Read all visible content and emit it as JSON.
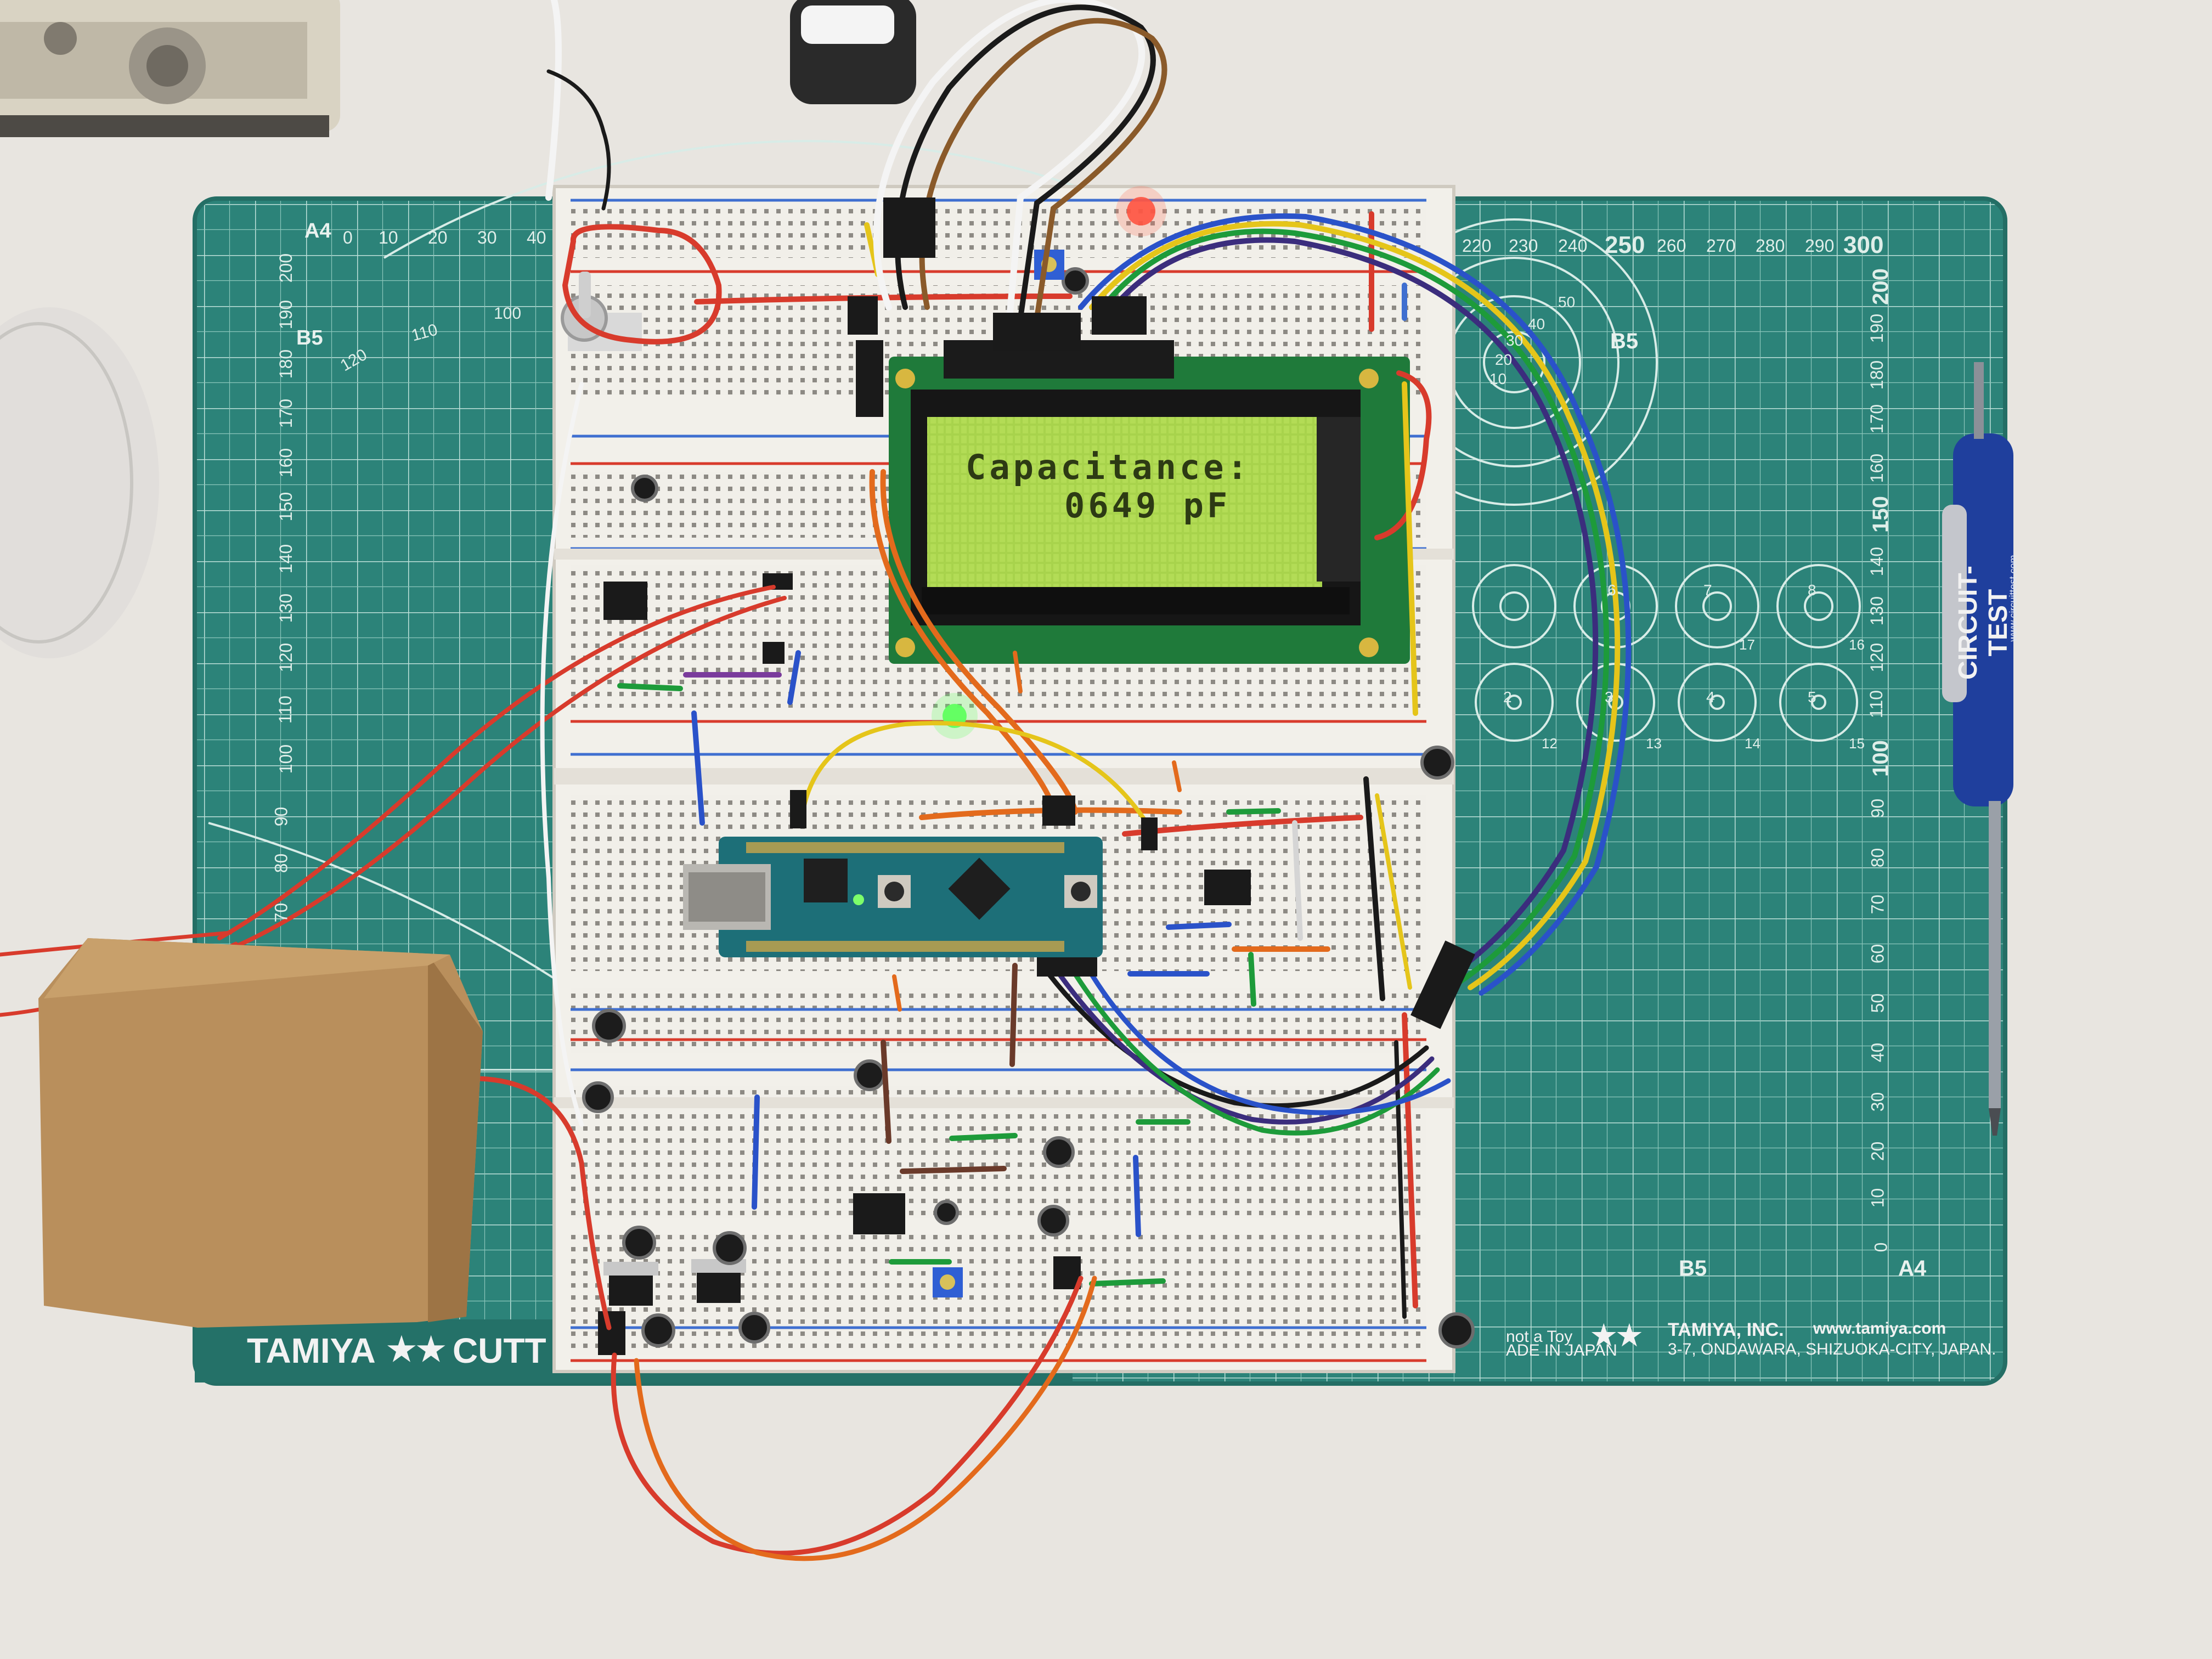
{
  "lcd": {
    "line1": "Capacitance:",
    "line2": "0649  pF"
  },
  "mat": {
    "brand_left": "TAMIYA",
    "brand_left_suffix": "CUTT",
    "company": "TAMIYA, INC.",
    "address": "3-7, ONDAWARA, SHIZUOKA-CITY, JAPAN.",
    "website": "www.tamiya.com",
    "made_in": "ADE IN JAPAN",
    "not_a_toy": "not a Toy",
    "paper_a4_top": "A4",
    "paper_b5_left": "B5",
    "paper_b5_right": "B5",
    "paper_b5_bottom": "B5",
    "paper_a4_bottom": "A4",
    "top_scale_left": [
      "0",
      "10",
      "20",
      "30",
      "40"
    ],
    "top_scale_right": [
      "220",
      "230",
      "240",
      "250",
      "260",
      "270",
      "280",
      "290",
      "300"
    ],
    "left_scale": [
      "200",
      "190",
      "180",
      "170",
      "160",
      "150",
      "140",
      "130",
      "120",
      "110",
      "100",
      "90",
      "80",
      "70"
    ],
    "right_scale": [
      "200",
      "190",
      "180",
      "170",
      "160",
      "150",
      "140",
      "130",
      "120",
      "110",
      "100",
      "90",
      "80",
      "70",
      "60",
      "50",
      "40",
      "30",
      "20",
      "10",
      "0"
    ],
    "arc_labels": [
      "100",
      "110",
      "120"
    ],
    "target_numbers": [
      "6",
      "7",
      "8",
      "2",
      "3",
      "4",
      "5",
      "12",
      "13",
      "14",
      "15",
      "16",
      "17",
      "50",
      "40",
      "30",
      "20",
      "10"
    ]
  },
  "screwdriver": {
    "label": "CIRCUIT-TEST",
    "url": "www.circuittest.com"
  },
  "colors": {
    "mat": "#2c8379",
    "mat_dark": "#226b62",
    "breadboard": "#f1efe9",
    "lcd_screen": "#a7d24a",
    "pcb_green": "#1f7a3a",
    "arduino_pcb": "#1d6f78",
    "cardboard": "#b98f5c"
  }
}
